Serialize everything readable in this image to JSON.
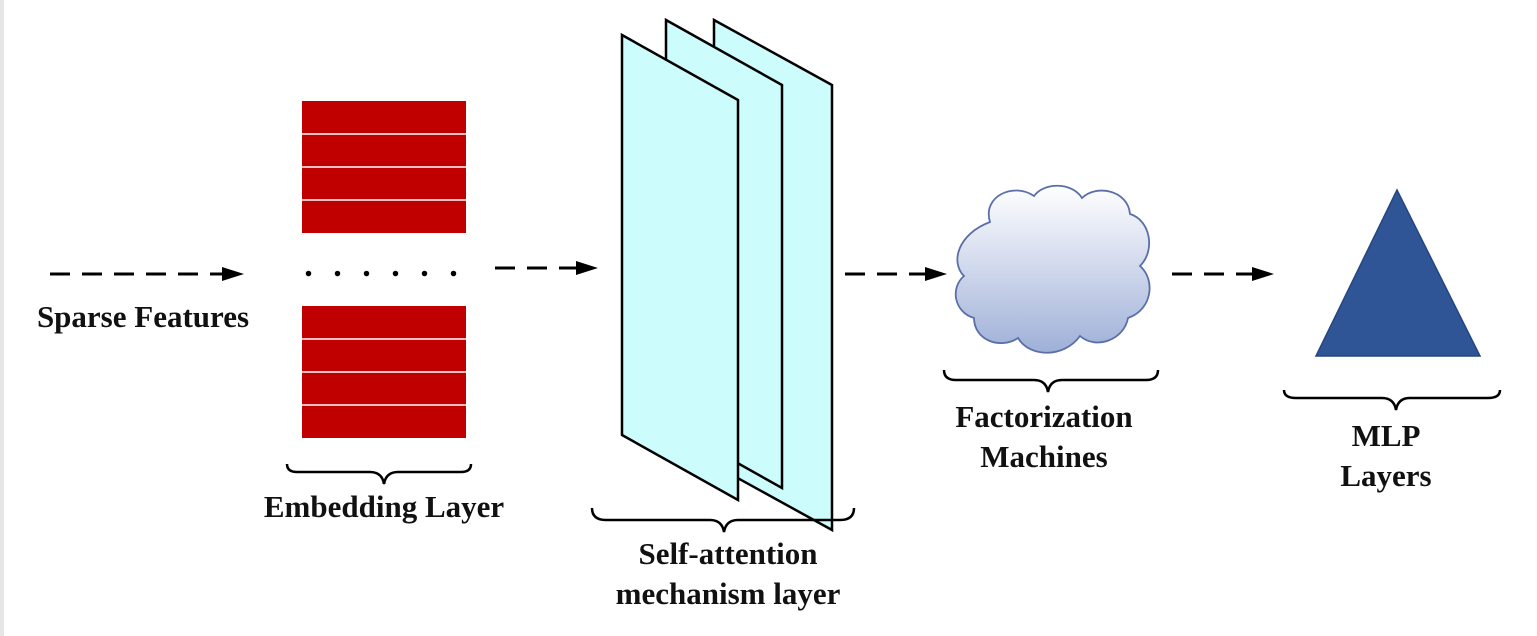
{
  "labels": {
    "sparse_features": "Sparse Features",
    "embedding_layer": "Embedding Layer",
    "self_attention": [
      "Self-attention",
      "mechanism layer"
    ],
    "factorization_machines": [
      "Factorization",
      "Machines"
    ],
    "mlp_layers": [
      "MLP",
      "Layers"
    ]
  },
  "embedding_dots": ". . . . . .",
  "colors": {
    "embedding": "#c00000",
    "attention_panel": "#ccfcfc",
    "cloud_top": "#ffffff",
    "cloud_bottom": "#9fb0d8",
    "cloud_stroke": "#5a6ea8",
    "triangle": "#2f5597",
    "arrow": "#000000"
  },
  "icons": {
    "embedding": "stacked-red-bars",
    "attention": "stacked-panels-3d",
    "factorization": "cloud-icon",
    "mlp": "triangle-icon"
  }
}
